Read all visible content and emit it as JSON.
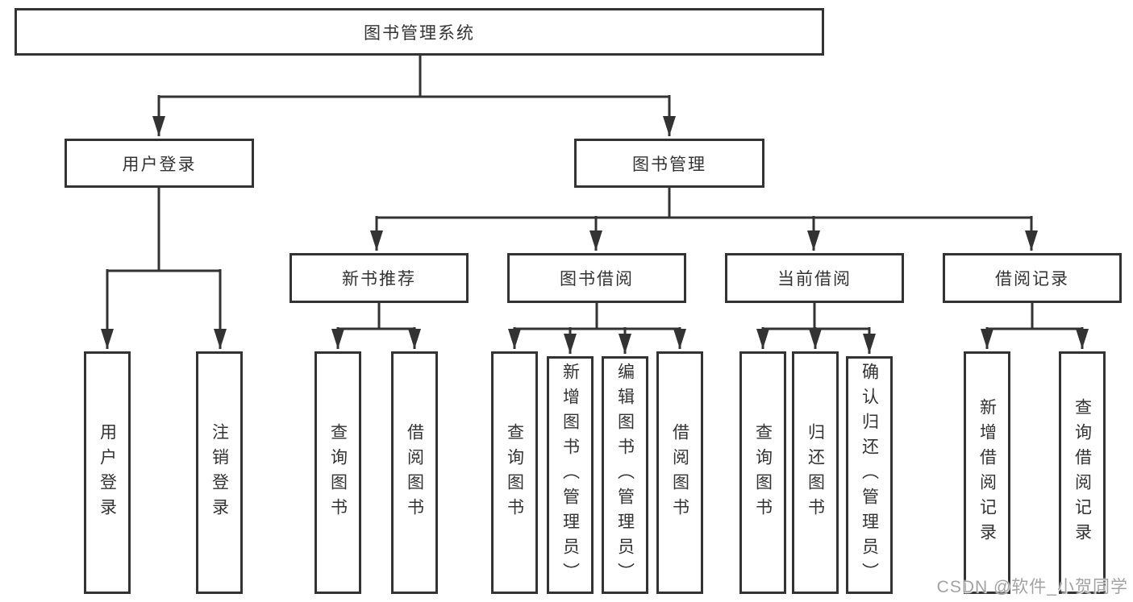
{
  "diagram": {
    "root": {
      "label": "图书管理系统"
    },
    "level2": [
      {
        "label": "用户登录",
        "children": [
          {
            "label": "用户登录"
          },
          {
            "label": "注销登录"
          }
        ]
      },
      {
        "label": "图书管理",
        "children": [
          {
            "label": "新书推荐",
            "children": [
              {
                "label": "查询图书"
              },
              {
                "label": "借阅图书"
              }
            ]
          },
          {
            "label": "图书借阅",
            "children": [
              {
                "label": "查询图书"
              },
              {
                "label": "新增图书（管理员）"
              },
              {
                "label": "编辑图书（管理员）"
              },
              {
                "label": "借阅图书"
              }
            ]
          },
          {
            "label": "当前借阅",
            "children": [
              {
                "label": "查询图书"
              },
              {
                "label": "归还图书"
              },
              {
                "label": "确认归还（管理员）"
              }
            ]
          },
          {
            "label": "借阅记录",
            "children": [
              {
                "label": "新增借阅记录"
              },
              {
                "label": "查询借阅记录"
              }
            ]
          }
        ]
      }
    ]
  },
  "watermark": {
    "text": "CSDN @软件_小贺同学"
  },
  "colors": {
    "line": "#333333",
    "border": "#333333",
    "text": "#333333",
    "background": "#ffffff",
    "watermark": "#a2a2a2"
  }
}
